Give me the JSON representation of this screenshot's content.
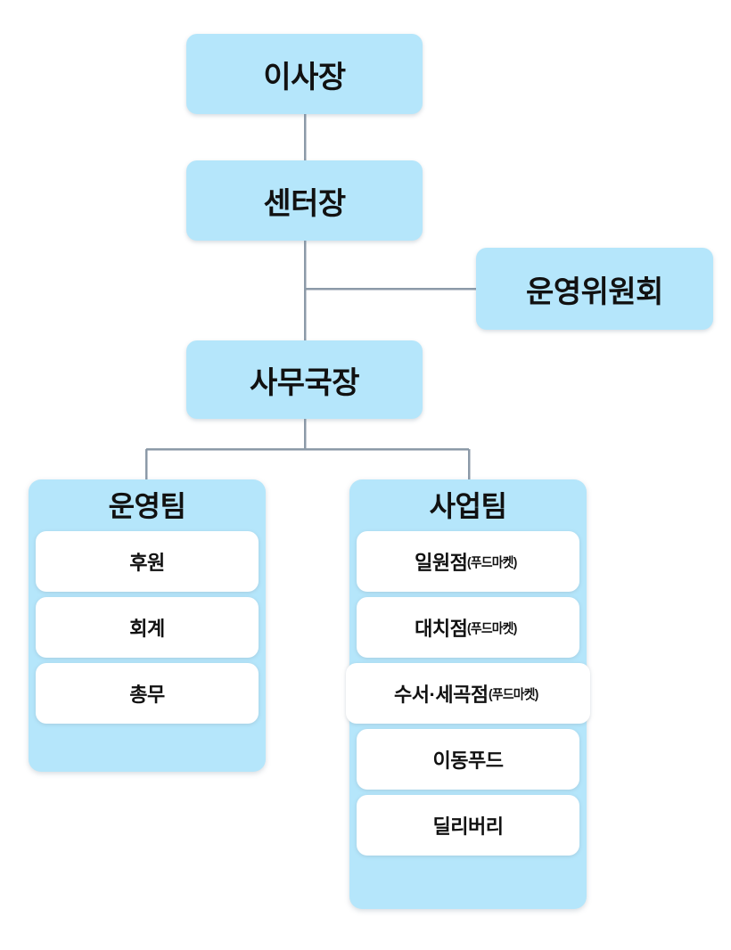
{
  "diagram": {
    "type": "organization-chart",
    "colors": {
      "node_fill": "#b5e6fb",
      "card_fill": "#ffffff",
      "connector": "#8c9aa8",
      "text": "#111111"
    },
    "nodes": {
      "chairman": "이사장",
      "center_director": "센터장",
      "steering_committee": "운영위원회",
      "secretary_general": "사무국장"
    },
    "teams": [
      {
        "key": "operations",
        "title": "운영팀",
        "members": [
          {
            "name": "후원",
            "suffix": ""
          },
          {
            "name": "회계",
            "suffix": ""
          },
          {
            "name": "총무",
            "suffix": ""
          }
        ]
      },
      {
        "key": "business",
        "title": "사업팀",
        "members": [
          {
            "name": "일원점",
            "suffix": "(푸드마켓)"
          },
          {
            "name": "대치점",
            "suffix": "(푸드마켓)"
          },
          {
            "name": "수서·세곡점",
            "suffix": "(푸드마켓)"
          },
          {
            "name": "이동푸드",
            "suffix": ""
          },
          {
            "name": "딜리버리",
            "suffix": ""
          }
        ]
      }
    ]
  }
}
